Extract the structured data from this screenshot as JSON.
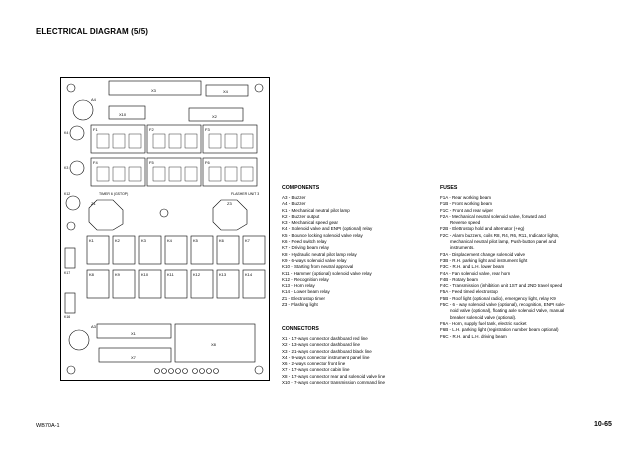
{
  "title": "ELECTRICAL DIAGRAM (5/5)",
  "board": {
    "labels": {
      "a4": "A4",
      "x3": "X3",
      "x4": "X4",
      "x10": "X10",
      "x2": "X2",
      "k_left": "K4",
      "k_left2": "K3",
      "f1": "F1",
      "f2": "F2",
      "f3": "F3",
      "f4": "F4",
      "f5": "F5",
      "f6": "F6",
      "k6": "K6",
      "k5": "K5",
      "timer": "TIMER 6 (GSTOP)",
      "flasher": "FLASHER UNIT 3",
      "z1": "Z1",
      "z3": "Z3",
      "k12_left": "K12",
      "k17": "K17",
      "k16": "K16",
      "a3": "A3",
      "x1": "X1",
      "x7": "X7",
      "x8": "X8",
      "relays_top": [
        "K1",
        "K2",
        "K3",
        "K4",
        "K5",
        "K6",
        "K7"
      ],
      "relays_bottom": [
        "K8",
        "K9",
        "K10",
        "K11",
        "K12",
        "K13",
        "K14"
      ]
    }
  },
  "components": {
    "title": "COMPONENTS",
    "items": [
      "A3 - Buzzer",
      "A4 - Buzzer",
      "K1 - Mechanical neutral pilot lamp",
      "K2 - Buzzer output",
      "K3 - Mechanical speed gear",
      "K4 - Solenoid valve and ENPI (optional) relay",
      "K5 - Bounce locking solenoid valve relay",
      "K6 - Feed switch relay",
      "K7 - Driving beam relay",
      "K8 - Hydraulic neutral pilot lamp relay",
      "K9 - 6-ways solenoid valve relay",
      "K10 - Starting from neutral approval",
      "K11 - Hammer (optional) solenoid valve relay",
      "K12 - Recognition relay",
      "K13 - Horn relay",
      "K14 - Lower beam relay",
      "Z1 - Electrostop timer",
      "Z3 - Flashing light"
    ]
  },
  "connectors": {
    "title": "CONNECTORS",
    "items": [
      "X1 - 17-ways connector dashboard red line",
      "X2 - 13-ways connector dashboard line",
      "X3 - 21-ways connector dashboard black line",
      "X4 - 9-ways connector instrument panel line",
      "X6 - 2-ways connector front line",
      "X7 - 17-ways connector cabin line",
      "X8 - 17-ways connector rear and solenoid valve line",
      "X10 - 7-ways connector transmission command line"
    ]
  },
  "fuses": {
    "title": "FUSES",
    "items": [
      "F1A - Rear working beam",
      "F1B - Front working beam",
      "F1C - Front and rear wiper",
      "F2A - Mechanical neutral solenoid valve, forward and",
      "        Reverse speed",
      "F2B - Elettrostop hold and alternator (+eg)",
      "F2C - Alarm buzzers, coils R8, R4, R6, R11, Indicator lights,",
      "        mechanical neutral pilot lamp, Push-button panel and",
      "        instruments.",
      "F3A - Displacement change solenoid valve",
      "F3B - R.H. parking light and instrument light",
      "F3C - R.H. and L.H. lower beam",
      "F4A - Fan solenoid valve, rear horn",
      "F4B - Rotary beam",
      "F4C - Transmission (inhibition unit 1ST and 2ND travel speed",
      "F5A - Feed timed electrostop",
      "F5B - Roof light (optional radio), emergency light, relay K9",
      "F5C - 6 - way solenoid valve (optional), recognition, ENPI sole-",
      "        noid valve (optional), floating axle solenoid Valve, manual",
      "        breaker solenoid valve (optional).",
      "F6A - Horn, supply fuel tank, electric socket",
      "F6B - L.H. parking light (registration number beam optional)",
      "F6C - R.H. and L.H. driving beam"
    ]
  },
  "footer": {
    "left": "WB70A-1",
    "right": "10-65"
  }
}
